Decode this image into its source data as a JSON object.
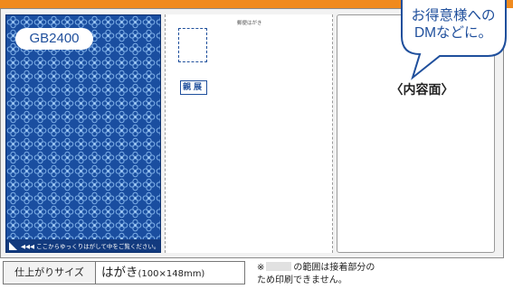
{
  "card": {
    "product_code": "GB2400",
    "peel_instruction": "◀◀◀ ここからゆっくりはがして中をご覧ください。",
    "postcard_header": "郵便はがき",
    "shipping_label": "親展",
    "content_label": "〈内容面〉"
  },
  "callout": {
    "line1": "お得意様への",
    "line2": "DMなどに。"
  },
  "size_info": {
    "label": "仕上がりサイズ",
    "value_main": "はがき",
    "value_detail": "(100×148mm)"
  },
  "note": {
    "prefix": "※",
    "line1_suffix": "の範囲は接着部分の",
    "line2": "ため印刷できません。"
  },
  "colors": {
    "accent_orange": "#f08a1e",
    "card_blue": "#1a4ea0",
    "label_blue": "#1f4f9c",
    "adhesive_gray": "#e1e1e1"
  }
}
